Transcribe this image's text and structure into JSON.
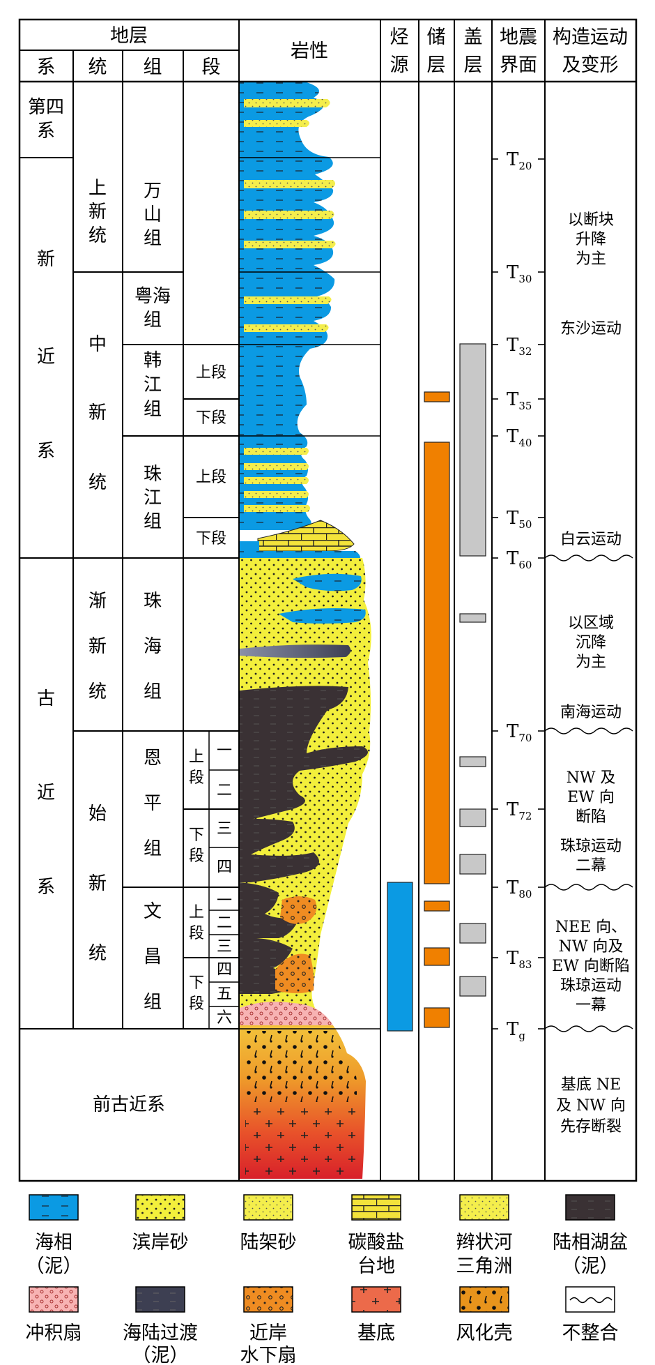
{
  "header": {
    "stratum": "地层",
    "system": "系",
    "series": "统",
    "formation": "组",
    "member": "段",
    "lithology": "岩性",
    "source_l1": "烃",
    "source_l2": "源",
    "reservoir_l1": "储",
    "reservoir_l2": "层",
    "seal_l1": "盖",
    "seal_l2": "层",
    "seismic_l1": "地震",
    "seismic_l2": "界面",
    "tectonic_l1": "构造运动",
    "tectonic_l2": "及变形"
  },
  "systems": {
    "quaternary_l1": "第四",
    "quaternary_l2": "系",
    "neogene": [
      "新",
      "近",
      "系"
    ],
    "paleogene": [
      "古",
      "近",
      "系"
    ],
    "pre_paleogene": "前古近系"
  },
  "series": {
    "upper_miocene": [
      "上",
      "新",
      "统"
    ],
    "middle_miocene": [
      "中",
      "新",
      "统"
    ],
    "oligocene": [
      "渐",
      "新",
      "统"
    ],
    "eocene": [
      "始",
      "新",
      "统"
    ]
  },
  "formations": {
    "wanshan": [
      "万",
      "山",
      "组"
    ],
    "yuehai": [
      "粤海",
      "组"
    ],
    "hanjiang": [
      "韩",
      "江",
      "组"
    ],
    "zhujiang": [
      "珠",
      "江",
      "组"
    ],
    "zhuhai": [
      "珠",
      "海",
      "组"
    ],
    "enping": [
      "恩",
      "平",
      "组"
    ],
    "wenchang": [
      "文",
      "昌",
      "组"
    ]
  },
  "members": {
    "upper": "上段",
    "lower": "下段",
    "upper_v": [
      "上",
      "段"
    ],
    "lower_v": [
      "下",
      "段"
    ],
    "enping_sub": [
      "一",
      "二",
      "三",
      "四"
    ],
    "wenchang_sub": [
      "一",
      "二",
      "三",
      "四",
      "五",
      "六"
    ]
  },
  "seismic": [
    {
      "base": "T",
      "sub": "20"
    },
    {
      "base": "T",
      "sub": "30"
    },
    {
      "base": "T",
      "sub": "32"
    },
    {
      "base": "T",
      "sub": "35"
    },
    {
      "base": "T",
      "sub": "40"
    },
    {
      "base": "T",
      "sub": "50"
    },
    {
      "base": "T",
      "sub": "60"
    },
    {
      "base": "T",
      "sub": "70"
    },
    {
      "base": "T",
      "sub": "72"
    },
    {
      "base": "T",
      "sub": "80"
    },
    {
      "base": "T",
      "sub": "83"
    },
    {
      "base": "T",
      "sub": "g"
    }
  ],
  "tectonics": {
    "block": [
      "以断块",
      "升降",
      "为主"
    ],
    "dongsha": "东沙运动",
    "baiyun": "白云运动",
    "regional": [
      "以区域",
      "沉降",
      "为主"
    ],
    "nanhai": "南海运动",
    "nw_ew": [
      "NW 及",
      "EW 向",
      "断陷"
    ],
    "zhuqiong2": [
      "珠琼运动",
      "二幕"
    ],
    "nee": [
      "NEE 向、",
      "NW 向及",
      "EW 向断陷"
    ],
    "zhuqiong1": [
      "珠琼运动",
      "一幕"
    ],
    "basement": [
      "基底 NE",
      "及 NW 向",
      "先存断裂"
    ]
  },
  "legend": [
    {
      "label": [
        "海相",
        "（泥）"
      ],
      "color": "#0b9ae3"
    },
    {
      "label": [
        "滨岸砂"
      ],
      "color": "#f1ec3a"
    },
    {
      "label": [
        "陆架砂"
      ],
      "color": "#f4ee4c"
    },
    {
      "label": [
        "碳酸盐",
        "台地"
      ],
      "color": "#f3e33b"
    },
    {
      "label": [
        "辫状河",
        "三角洲"
      ],
      "color": "#f3ee50"
    },
    {
      "label": [
        "陆相湖盆",
        "（泥）"
      ],
      "color": "#3a3134"
    },
    {
      "label": [
        "冲积扇"
      ],
      "color": "#f7b3b3"
    },
    {
      "label": [
        "海陆过渡",
        "（泥）"
      ],
      "color": "#3d3f52"
    },
    {
      "label": [
        "近岸",
        "水下扇"
      ],
      "color": "#ef8c22"
    },
    {
      "label": [
        "基底"
      ],
      "color": "#ec6a4a"
    },
    {
      "label": [
        "风化壳"
      ],
      "color": "#e8941c"
    },
    {
      "label": [
        "不整合"
      ],
      "color": "#000000"
    }
  ],
  "colors": {
    "marine": "#0b9ae3",
    "sand": "#f1ec3a",
    "lacustrine": "#3a3134",
    "reservoir": "#f08000",
    "seal": "#c8c8c8",
    "source": "#0b9ae3",
    "fan": "#ef8c22",
    "alluvial": "#f7b3b3"
  }
}
